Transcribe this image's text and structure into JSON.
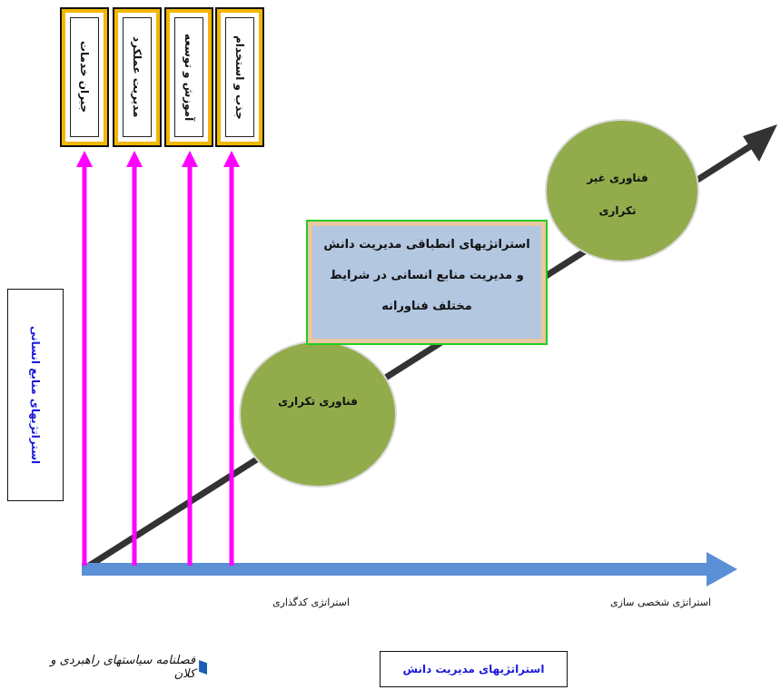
{
  "hr_activities": [
    "جذب و استخدام",
    "آموزش و توسعه",
    "مدیریت عملکرد",
    "جبران خدمات"
  ],
  "hr_strategies_label": "استراتژیهای منابع انسانی",
  "km_strategies_label": "استراتژیهای مدیریت دانش",
  "x_axis": {
    "left_label": "استراتژی کدگذاری",
    "right_label": "استراتژی شخصی سازی"
  },
  "central_box": {
    "line1": "استراتژیهای انطباقی مدیریت دانش",
    "line2": "و مدیریت منابع انسانی در شرایط",
    "line3": "مختلف فناورانه"
  },
  "ovals": {
    "repetitive": "فناوری تکراری",
    "non_repetitive_line1": "فناوری غیر",
    "non_repetitive_line2": "تکراری"
  },
  "logo_text": "فصلنامه سیاستهای راهبردی و کلان",
  "colors": {
    "arrow_magenta": "#ff00ff",
    "axis_blue": "#5b8fd6",
    "diagonal_dark": "#333333",
    "oval_green": "#92ac4c",
    "box_orange_border": "#f2b705",
    "center_box_fill": "#b3c7e1",
    "center_box_border": "#22cc22",
    "label_blue": "#1a1adb"
  }
}
